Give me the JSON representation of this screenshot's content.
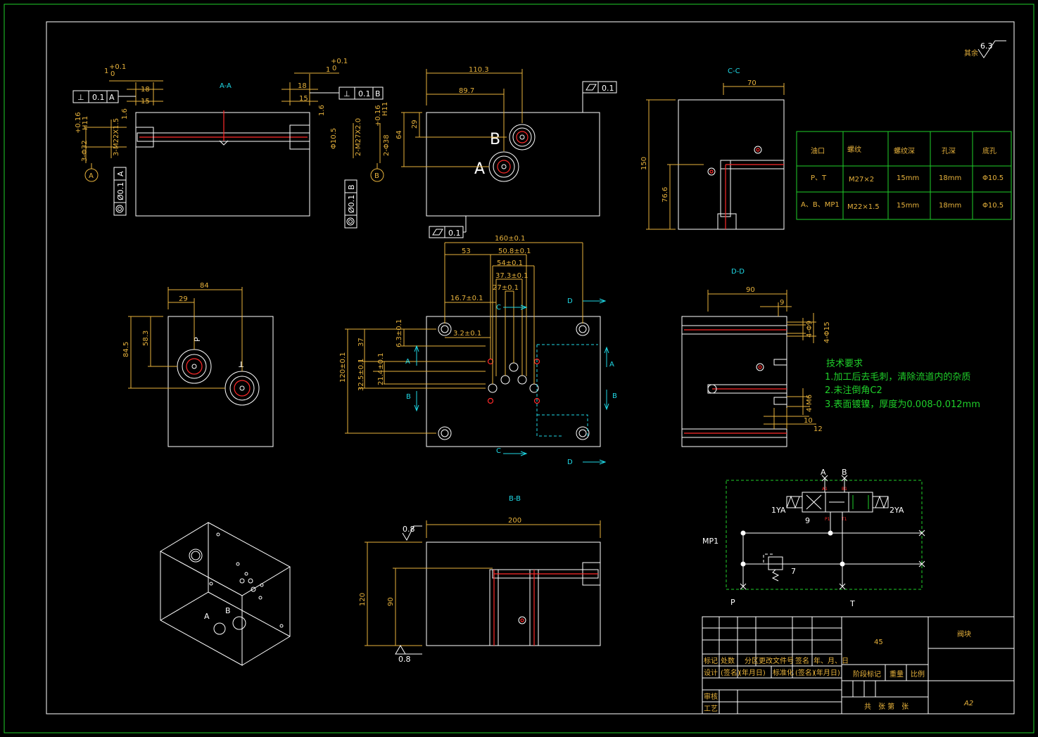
{
  "views": {
    "aa": "A-A",
    "bb": "B-B",
    "cc": "C-C",
    "dd": "D-D"
  },
  "roughness": {
    "rest_label": "其余",
    "rest_value": "6.3",
    "value_08": "0.8"
  },
  "section_aa": {
    "tol_1": "1",
    "tol_1_upper": "+0.1",
    "tol_1_lower": "0",
    "dim_18": "18",
    "dim_15": "15",
    "dim_16": "1.6",
    "frame_left_sym": "⊥",
    "frame_left_val": "0.1",
    "frame_left_ref": "A",
    "frame_right_sym": "⊥",
    "frame_right_val": "0.1",
    "frame_right_ref": "B",
    "hole_left_main": "3-Φ32",
    "hole_left_tol": "+0.16",
    "hole_left_fit": "H11",
    "hole_left_thread": "3-M22X1.5",
    "hole_right_main": "2-Φ38",
    "hole_right_tol": "+0.16",
    "hole_right_fit": "H11",
    "hole_right_thread": "2-M27X2.0",
    "hole_right_d": "Φ10.5",
    "datum_a": "A",
    "datum_b": "B",
    "conc_left": "Ø0.1",
    "conc_left_ref": "A",
    "conc_right": "Ø0.1",
    "conc_right_ref": "B"
  },
  "top_view": {
    "dim_110": "110.3",
    "dim_897": "89.7",
    "dim_29": "29",
    "dim_64": "64",
    "port_b": "B",
    "port_a": "A",
    "flat_val": "0.1"
  },
  "section_cc": {
    "dim_70": "70",
    "dim_150": "150",
    "dim_766": "76.6"
  },
  "table": {
    "headers": [
      "油口",
      "螺纹",
      "螺纹深",
      "孔深",
      "底孔"
    ],
    "rows": [
      [
        "P、T",
        "M27×2",
        "15mm",
        "18mm",
        "Φ10.5"
      ],
      [
        "A、B、MP1",
        "M22×1.5",
        "15mm",
        "18mm",
        "Φ10.5"
      ]
    ]
  },
  "side_view": {
    "dim_84": "84",
    "dim_29": "29",
    "dim_845": "84.5",
    "dim_583": "58.3",
    "port_p": "P",
    "port_t": "T"
  },
  "front_view": {
    "flat_val": "0.1",
    "dim_160": "160±0.1",
    "dim_53": "53",
    "dim_508": "50.8±0.1",
    "dim_54": "54±0.1",
    "dim_373": "37.3±0.1",
    "dim_27": "27±0.1",
    "dim_167": "16.7±0.1",
    "dim_32": "3.2±0.1",
    "dim_63": "6.3±0.1",
    "dim_37": "37",
    "dim_120": "120±0.1",
    "dim_214": "21.4±0.1",
    "dim_325": "32.5±0.1",
    "cut_c": "C",
    "cut_d": "D",
    "cut_a": "A",
    "cut_b": "B"
  },
  "section_dd": {
    "dim_90": "90",
    "dim_9": "9",
    "dim_phi15": "4-Φ15",
    "dim_phi9": "4-Φ9",
    "dim_m6": "4-M6",
    "dim_10": "10",
    "dim_12": "12"
  },
  "tech": {
    "title": "技术要求",
    "line1": "1.加工后去毛刺，清除流道内的杂质",
    "line2": "2.未注倒角C2",
    "line3": "3.表面镀镍，厚度为0.008-0.012mm"
  },
  "hydraulic": {
    "port_a": "A",
    "port_b": "B",
    "sol_1": "1YA",
    "sol_2": "2YA",
    "valve_num": "9",
    "relief_num": "7",
    "mp1": "MP1",
    "p": "P",
    "t": "T",
    "a1": "A1",
    "b1": "B1",
    "p1": "P1",
    "t1": "T1"
  },
  "section_bb": {
    "dim_200": "200",
    "dim_120": "120",
    "dim_90": "90",
    "rough_top": "0.8",
    "rough_bottom": "0.8"
  },
  "title_block": {
    "material": "45",
    "part_name": "阀块",
    "sheet": "A2",
    "h_mark": "标记",
    "h_count": "处数",
    "h_zone": "分区",
    "h_change": "更改文件号",
    "h_sign": "签名",
    "h_date": "年、月、日",
    "h_design": "设计",
    "h_sign2": "(签名)",
    "h_date2": "(年月日)",
    "h_std": "标准化",
    "h_sign3": "(签名)",
    "h_date3": "(年月日)",
    "h_stage": "阶段标记",
    "h_weight": "重量",
    "h_scale": "比例",
    "h_review": "审核",
    "h_process": "工艺",
    "h_total": "共　张  第　张"
  }
}
